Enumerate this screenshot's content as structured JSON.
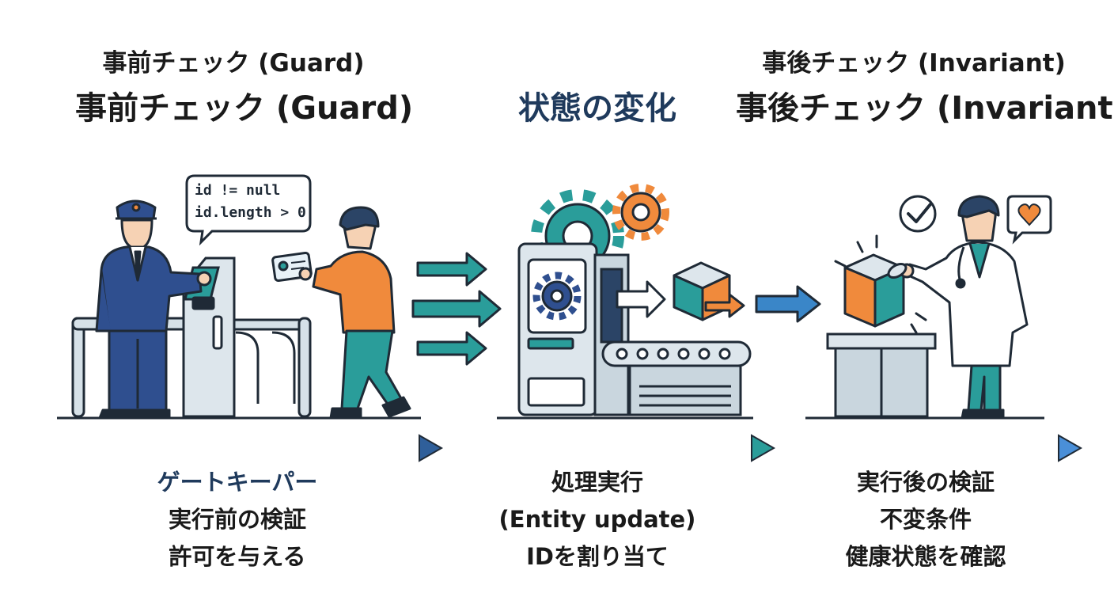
{
  "sections": {
    "guard": {
      "title_small": "事前チェック (Guard)",
      "title_large": "事前チェック (Guard)",
      "code_line1": "id != null",
      "code_line2": "id.length > 0",
      "caption_heading": "ゲートキーパー",
      "caption_line2": "実行前の検証",
      "caption_line3": "許可を与える"
    },
    "change": {
      "title": "状態の変化",
      "caption_line1": "処理実行",
      "caption_line2": "(Entity update)",
      "caption_line3": "IDを割り当て"
    },
    "invariant": {
      "title_small": "事後チェック (Invariant)",
      "title_large": "事後チェック (Invariant)",
      "caption_line1": "実行後の検証",
      "caption_line2": "不変条件",
      "caption_line3": "健康状態を確認"
    }
  },
  "colors": {
    "navy": "#1f3a5c",
    "teal": "#2a9d9a",
    "orange": "#f08a3c",
    "blue_uniform": "#2f4f8f",
    "light_gray": "#d6e1e8",
    "outline": "#1f2a36"
  },
  "icons": [
    "guard-figure",
    "turnstile",
    "id-card",
    "person-walking",
    "gear",
    "machine",
    "cube",
    "conveyor",
    "doctor",
    "check-icon",
    "heart-icon",
    "stethoscope"
  ]
}
